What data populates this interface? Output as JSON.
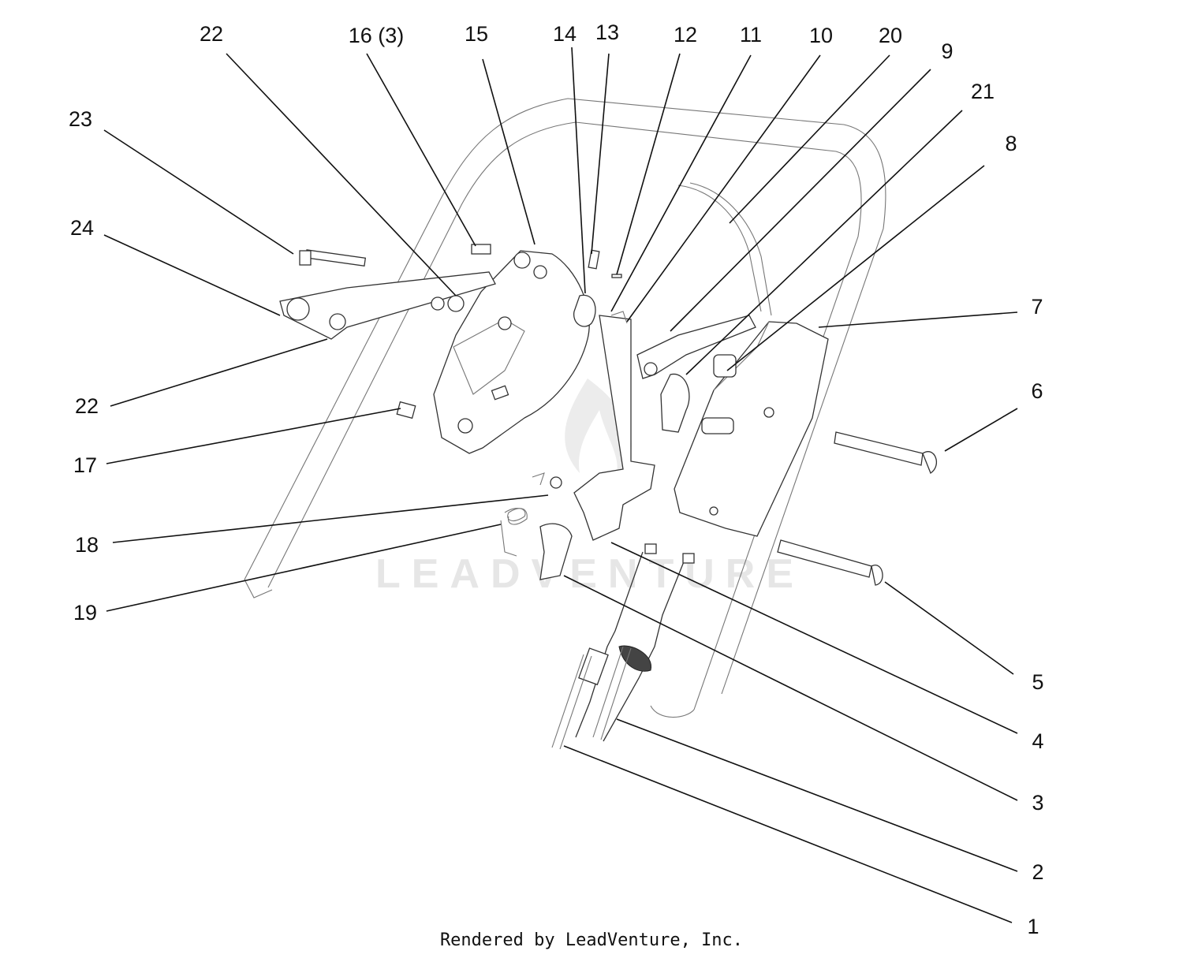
{
  "diagram": {
    "callouts": [
      "22",
      "16 (3)",
      "15",
      "14",
      "13",
      "12",
      "11",
      "10",
      "20",
      "9",
      "21",
      "8",
      "23",
      "24",
      "7",
      "6",
      "22",
      "17",
      "18",
      "19",
      "5",
      "4",
      "3",
      "2",
      "1"
    ],
    "watermark": "LEADVENTURE",
    "credit": "Rendered by LeadVenture, Inc."
  }
}
